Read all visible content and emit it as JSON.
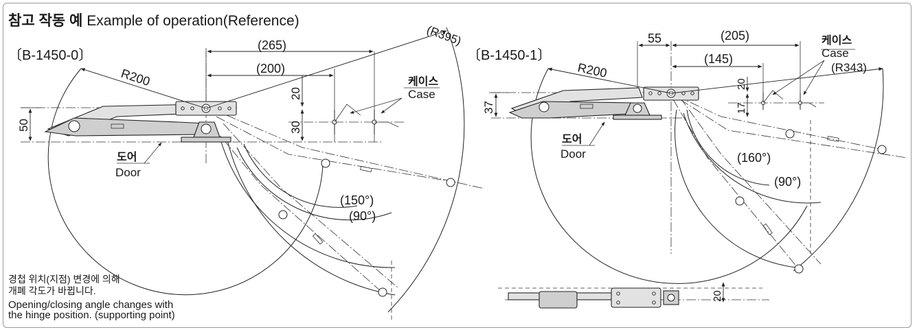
{
  "heading": {
    "korean": "참고 작동 예",
    "english": "Example of operation(Reference)"
  },
  "left": {
    "code": "〔B-1450-0〕",
    "dims": {
      "d265": "(265)",
      "d200": "(200)",
      "r395": "(R395)",
      "r200": "R200",
      "d50": "50",
      "d20": "20",
      "d30": "30"
    },
    "angles": {
      "a150": "(150°)",
      "a90": "(90°)"
    },
    "case_ko": "케이스",
    "case_en": "Case",
    "door_ko": "도어",
    "door_en": "Door"
  },
  "right": {
    "code": "〔B-1450-1〕",
    "dims": {
      "d55": "55",
      "d205": "(205)",
      "d145": "(145)",
      "r343": "(R343)",
      "r200": "R200",
      "d37": "37",
      "d20": "20",
      "d17": "17",
      "d20b": "20"
    },
    "angles": {
      "a160": "(160°)",
      "a90": "(90°)"
    },
    "case_ko": "케이스",
    "case_en": "Case",
    "door_ko": "도어",
    "door_en": "Door"
  },
  "note": {
    "ko_line1": "경첩 위치(지점) 변경에 의해",
    "ko_line2": "개폐 각도가 바뀝니다.",
    "en_line1": "Opening/closing angle changes with",
    "en_line2": "the hinge position. (supporting point)"
  }
}
